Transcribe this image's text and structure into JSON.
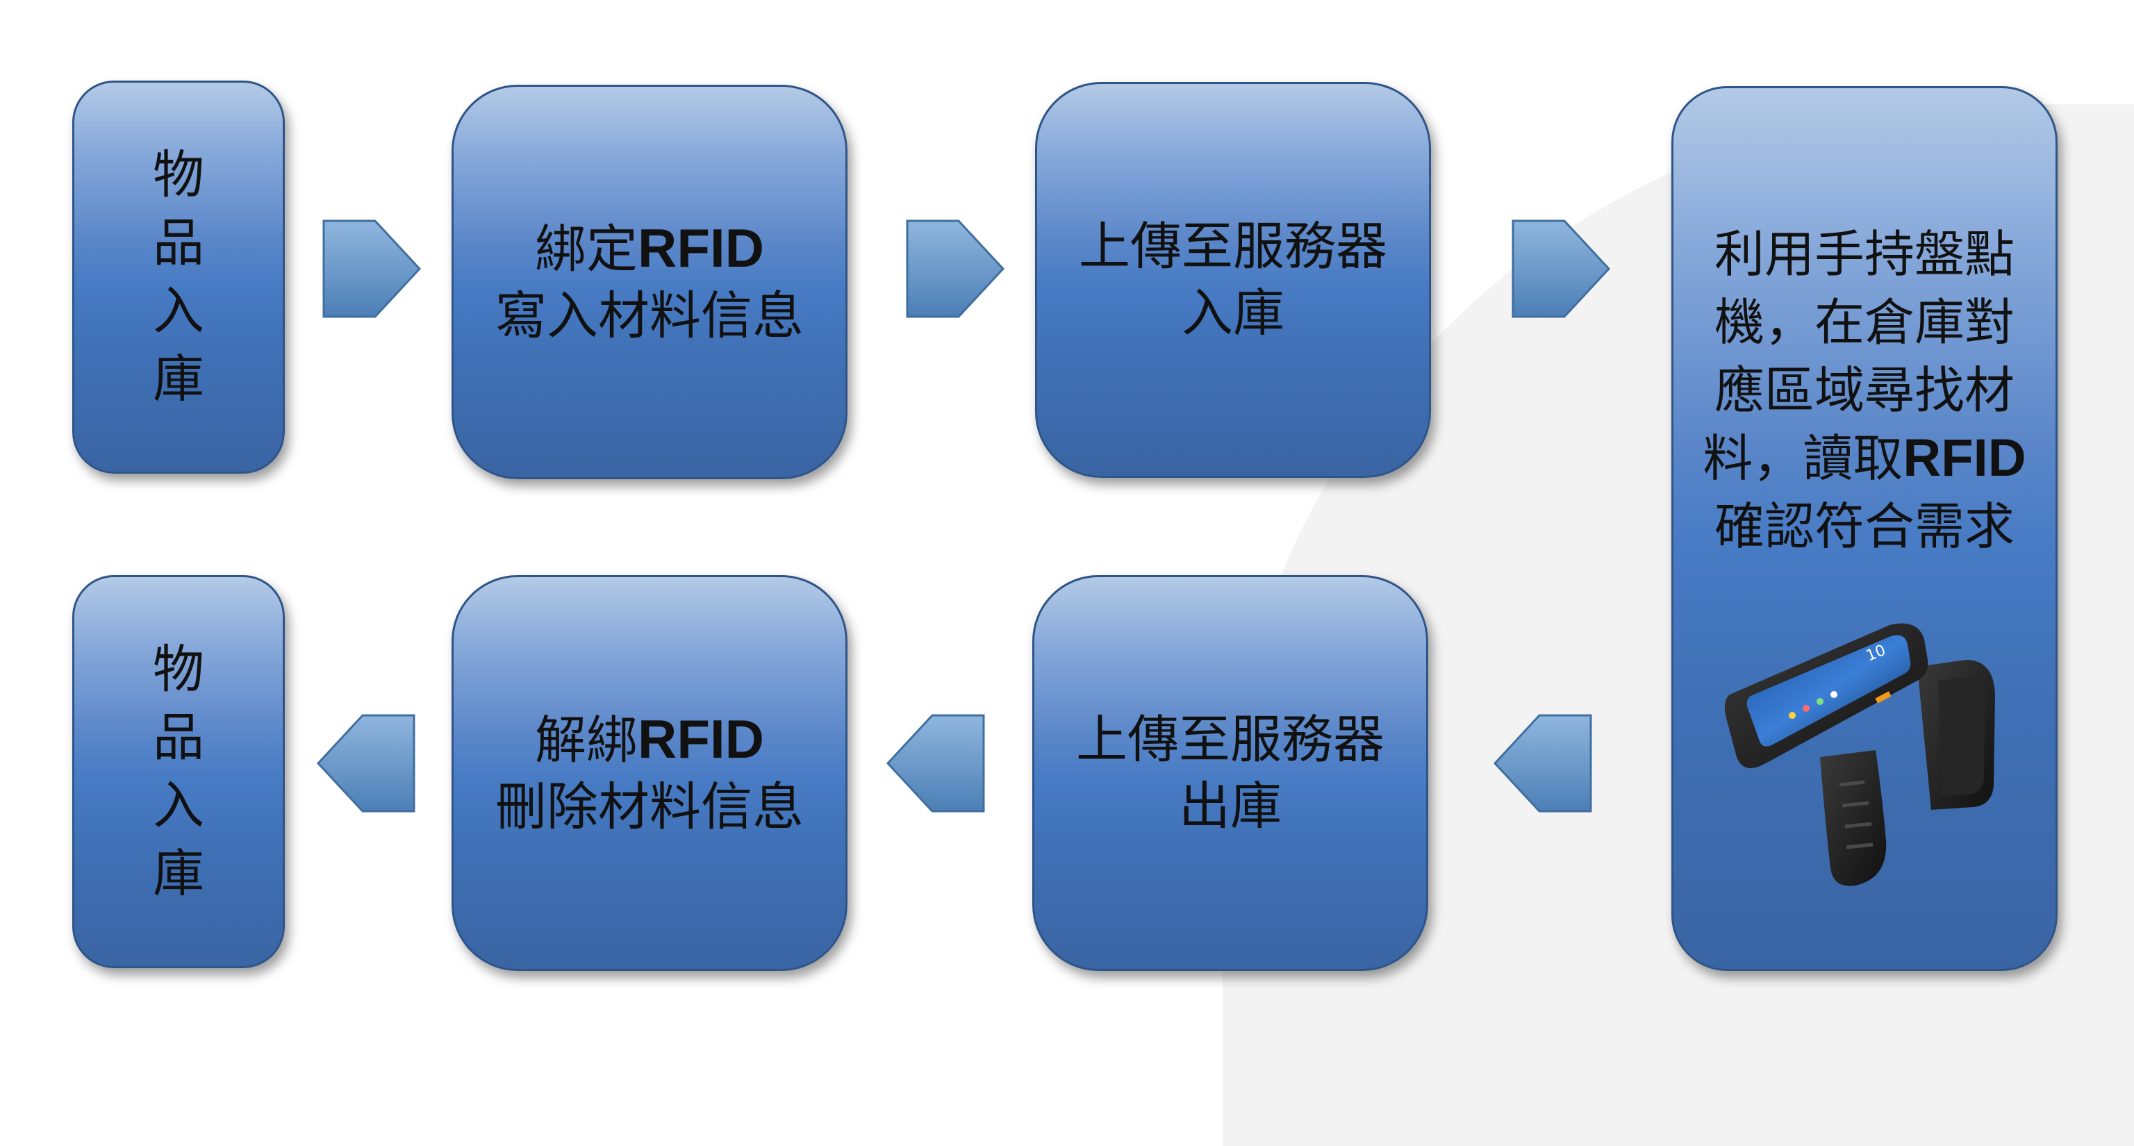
{
  "diagram": {
    "top_row": {
      "box1": {
        "lines": [
          "物品入庫"
        ]
      },
      "box2": {
        "line1_prefix": "綁定",
        "line1_bold": "RFID",
        "line2": "寫入材料信息"
      },
      "box3": {
        "line1": "上傳至服務器",
        "line2": "入庫"
      }
    },
    "right": {
      "line1": "利用手持盤點",
      "line2": "機，在倉庫對",
      "line3": "應區域尋找材",
      "line4_prefix": "料，讀取",
      "line4_bold": "RFID",
      "line5": "確認符合需求",
      "device_icon": "rfid-handheld-scanner"
    },
    "bottom_row": {
      "box3": {
        "line1": "上傳至服務器",
        "line2": "出庫"
      },
      "box2": {
        "line1_prefix": "解綁",
        "line1_bold": "RFID",
        "line2": "刪除材料信息"
      },
      "box1": {
        "lines": [
          "物品入庫"
        ]
      }
    },
    "colors": {
      "box_top": "#b3cae6",
      "box_mid": "#477bc4",
      "box_bottom": "#3a65a4",
      "arrow": "#5f94c8"
    }
  }
}
